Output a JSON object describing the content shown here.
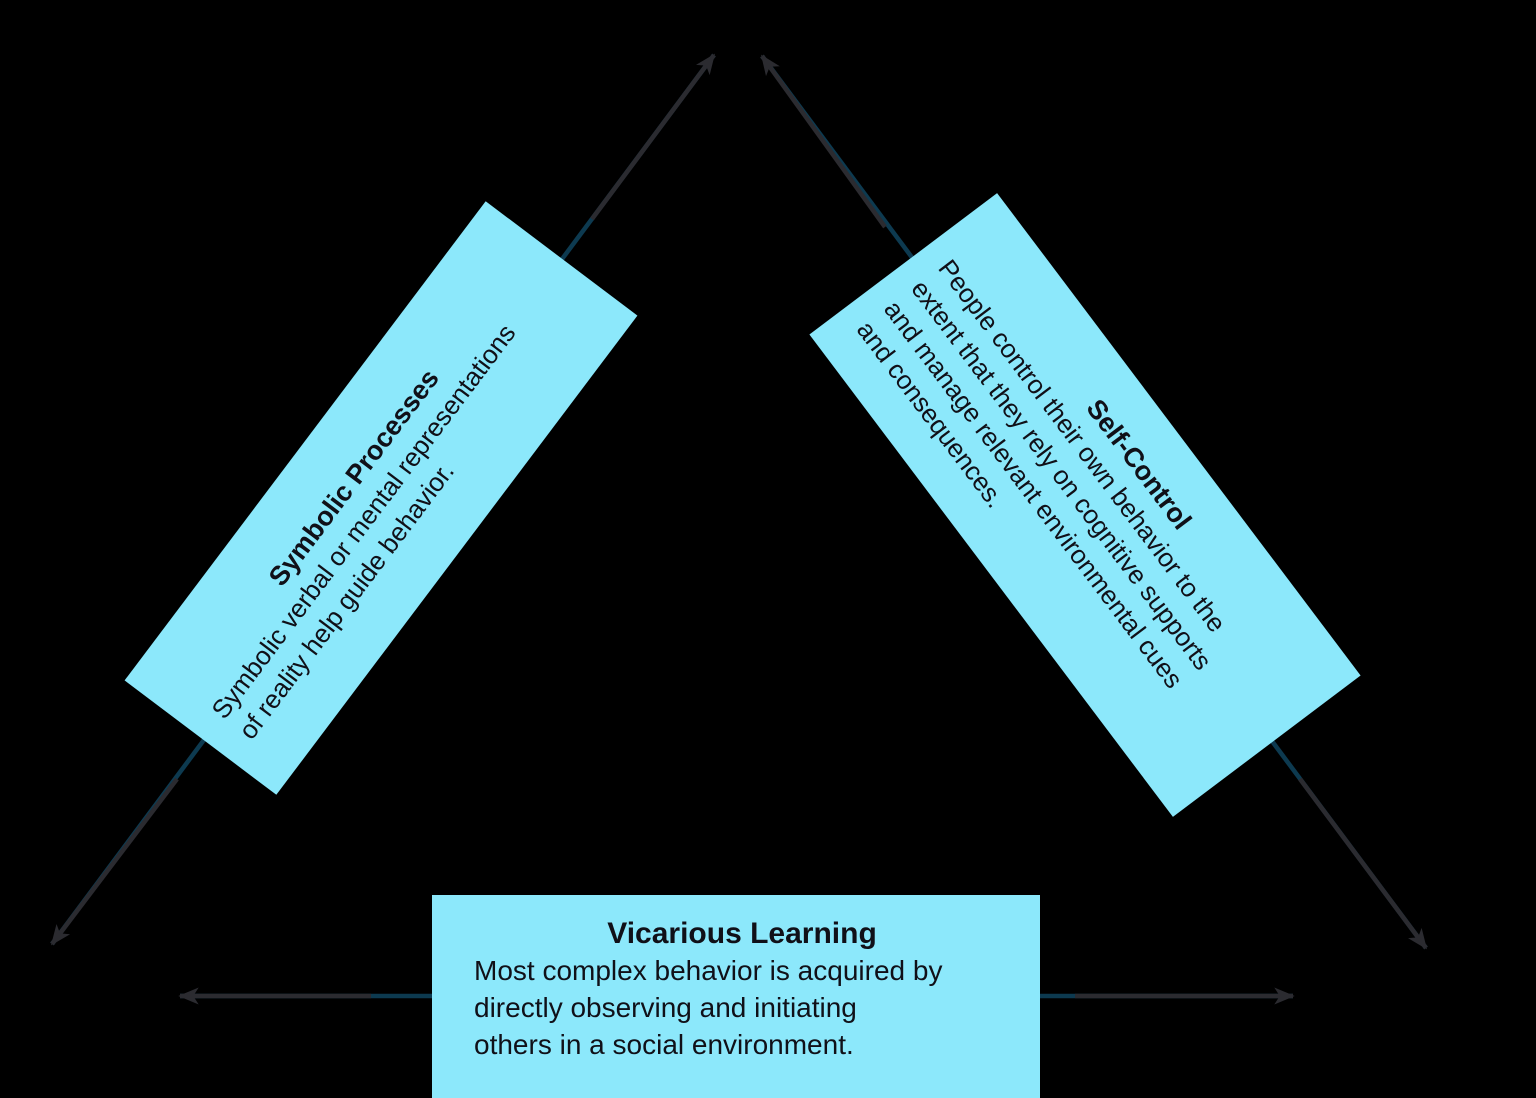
{
  "colors": {
    "background": "#000000",
    "box_fill": "#8CE8FB",
    "text": "#101018",
    "arrow_gray": "#2B2B30",
    "arrow_teal": "#0D3A50"
  },
  "boxes": {
    "symbolic": {
      "title": "Symbolic Processes",
      "body": "Symbolic verbal or mental representations\nof reality help guide behavior."
    },
    "self_control": {
      "title": "Self-Control",
      "body": "People control their own behavior to the\nextent that they rely on cognitive supports\nand manage relevant environmental cues\nand consequences."
    },
    "vicarious": {
      "title": "Vicarious Learning",
      "body": "Most complex behavior is acquired by\ndirectly observing and initiating\nothers in a social environment."
    }
  }
}
